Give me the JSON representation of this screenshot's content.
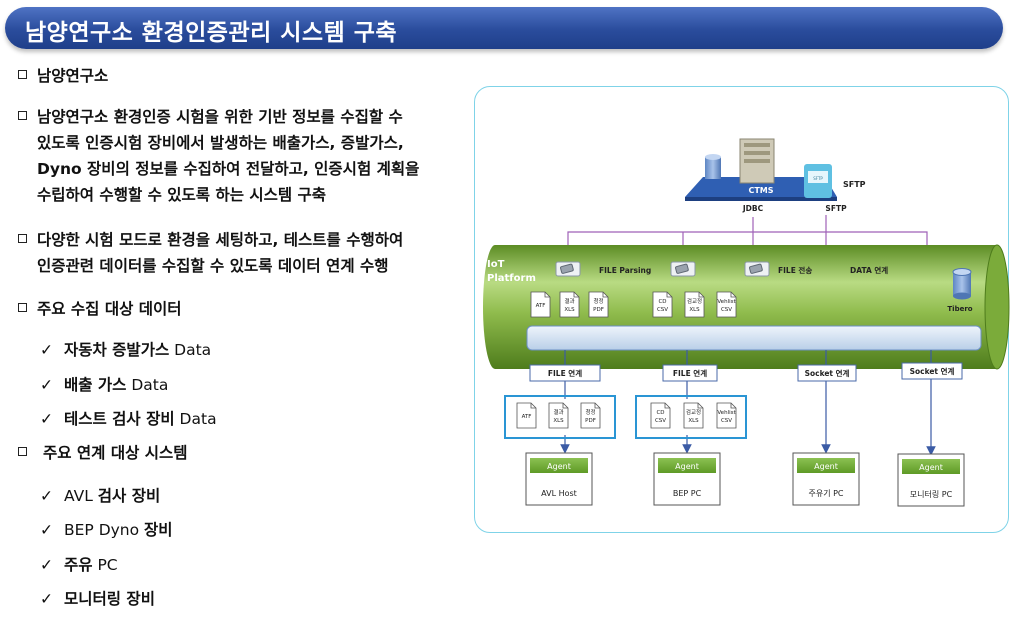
{
  "title": "남양연구소 환경인증관리 시스템 구축",
  "bullets": [
    {
      "text": "남양연구소"
    },
    {
      "lines": [
        "남양연구소 환경인증 시험을 위한 기반 정보를 수집할 수",
        "있도록 인증시험 장비에서 발생하는 배출가스, 증발가스,",
        "Dyno 장비의 정보를 수집하여 전달하고, 인증시험 계획을",
        "수립하여 수행할 수 있도록 하는 시스템 구축"
      ]
    },
    {
      "lines": [
        "다양한 시험 모드로 환경을 세팅하고, 테스트를 수행하여",
        "인증관련 데이터를 수집할 수 있도록 데이터 연계 수행"
      ]
    },
    {
      "text": "주요 수집 대상 데이터"
    },
    {
      "text": "주요 연계 대상 시스템"
    }
  ],
  "checks_data": [
    {
      "bold": "자동차 증발가스",
      "plain": " Data"
    },
    {
      "bold": "배출 가스",
      "plain": " Data"
    },
    {
      "bold": "테스트 검사 장비",
      "plain": " Data"
    }
  ],
  "checks_systems": [
    {
      "plain": "AVL ",
      "bold": "검사 장비"
    },
    {
      "plain": "BEP Dyno ",
      "bold": "장비"
    },
    {
      "bold": "주유",
      "plain": " PC"
    },
    {
      "bold": "모니터링 장비",
      "plain": ""
    }
  ],
  "diagram": {
    "ctms_label": "CTMS",
    "sftp_label": "SFTP",
    "sftp_icon_text": "SFTP",
    "jdbc_label": "JDBC",
    "sftp_conn_label": "SFTP",
    "platform_label_1": "IoT",
    "platform_label_2": "Platform",
    "file_parsing": "FILE Parsing",
    "file_transfer": "FILE 전송",
    "data_link": "DATA 연계",
    "tibero": "Tibero",
    "docs_left": [
      "ATF",
      "결과\nXLS",
      "청정\nPDF"
    ],
    "docs_right": [
      "CD\nCSV",
      "검교정\nXLS",
      "Vehlist\nCSV"
    ],
    "link_labels": [
      "FILE 연계",
      "FILE 연계",
      "Socket 연계",
      "Socket 연계"
    ],
    "agent_label": "Agent",
    "hosts": [
      "AVL Host",
      "BEP PC",
      "주유기 PC",
      "모니터링 PC"
    ]
  }
}
